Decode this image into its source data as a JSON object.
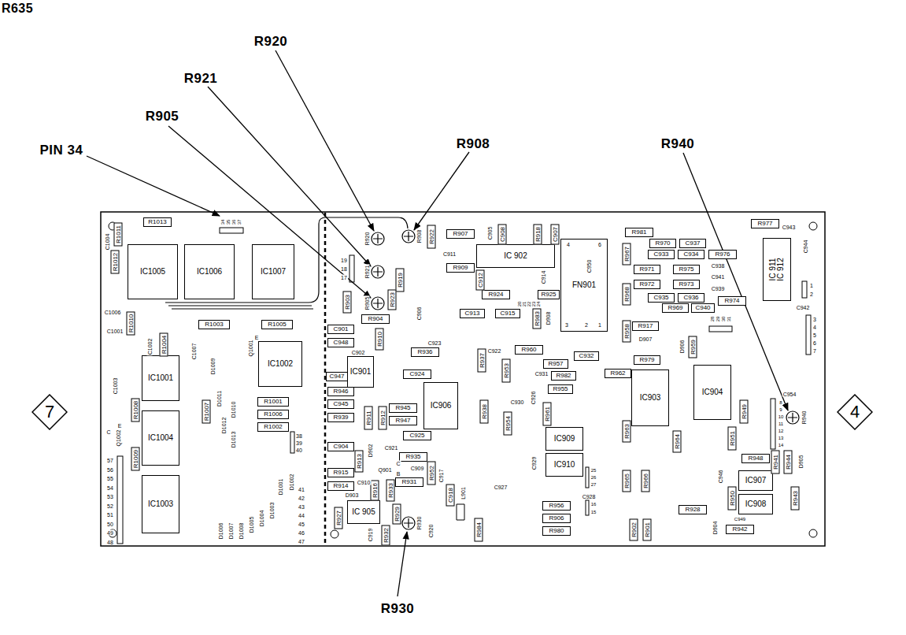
{
  "diagram": {
    "nodes": [
      {
        "text": [
          "7"
        ]
      },
      {
        "text": [
          "4"
        ]
      },
      {
        "text": [
          "IC1005"
        ]
      },
      {
        "text": [
          "IC1006"
        ]
      },
      {
        "text": [
          "IC1007"
        ]
      },
      {
        "text": [
          "IC1001"
        ]
      },
      {
        "text": [
          "IC1002"
        ]
      },
      {
        "text": [
          "IC1004"
        ]
      },
      {
        "text": [
          "IC1003"
        ]
      },
      {
        "text": [
          "R1013"
        ]
      },
      {
        "text": [
          "R1011"
        ]
      },
      {
        "text": [
          "R1012"
        ]
      },
      {
        "text": [
          "R1010"
        ]
      },
      {
        "text": [
          "R1003"
        ]
      },
      {
        "text": [
          "R1005"
        ]
      },
      {
        "text": [
          "R1004"
        ]
      },
      {
        "text": [
          "R1008"
        ]
      },
      {
        "text": [
          "R1007"
        ]
      },
      {
        "text": [
          "R1001"
        ]
      },
      {
        "text": [
          "R1006"
        ]
      },
      {
        "text": [
          "R1002"
        ]
      },
      {
        "text": [
          "R1009"
        ]
      },
      {
        "text": [
          "IC 902"
        ]
      },
      {
        "text": [
          "IC901"
        ]
      },
      {
        "text": [
          "IC906"
        ]
      },
      {
        "text": [
          "IC909"
        ]
      },
      {
        "text": [
          "IC910"
        ]
      },
      {
        "text": [
          "IC 905"
        ]
      },
      {
        "text": [
          "IC903"
        ]
      },
      {
        "text": [
          "IC904"
        ]
      },
      {
        "text": [
          "IC 911",
          "IC 912"
        ]
      },
      {
        "text": [
          "IC907"
        ]
      },
      {
        "text": [
          "IC908"
        ]
      },
      {
        "text": [
          "FN901"
        ]
      },
      {
        "text": [
          "R922"
        ]
      },
      {
        "text": [
          "R907"
        ]
      },
      {
        "text": [
          "R918"
        ]
      },
      {
        "text": [
          "R909"
        ]
      },
      {
        "text": [
          "R919"
        ]
      },
      {
        "text": [
          "R923"
        ]
      },
      {
        "text": [
          "R924"
        ]
      },
      {
        "text": [
          "R925"
        ]
      },
      {
        "text": [
          "R903"
        ]
      },
      {
        "text": [
          "R983"
        ]
      },
      {
        "text": [
          "R904"
        ]
      },
      {
        "text": [
          "R910"
        ]
      },
      {
        "text": [
          "R936"
        ]
      },
      {
        "text": [
          "R937"
        ]
      },
      {
        "text": [
          "R953"
        ]
      },
      {
        "text": [
          "R960"
        ]
      },
      {
        "text": [
          "R957"
        ]
      },
      {
        "text": [
          "R982"
        ]
      },
      {
        "text": [
          "R955"
        ]
      },
      {
        "text": [
          "R946"
        ]
      },
      {
        "text": [
          "R945"
        ]
      },
      {
        "text": [
          "R947"
        ]
      },
      {
        "text": [
          "R939"
        ]
      },
      {
        "text": [
          "R911"
        ]
      },
      {
        "text": [
          "R912"
        ]
      },
      {
        "text": [
          "R938"
        ]
      },
      {
        "text": [
          "R954"
        ]
      },
      {
        "text": [
          "R961"
        ]
      },
      {
        "text": [
          "R913"
        ]
      },
      {
        "text": [
          "R935"
        ]
      },
      {
        "text": [
          "R915"
        ]
      },
      {
        "text": [
          "R914"
        ]
      },
      {
        "text": [
          "R916"
        ]
      },
      {
        "text": [
          "R933"
        ]
      },
      {
        "text": [
          "R931"
        ]
      },
      {
        "text": [
          "R952"
        ]
      },
      {
        "text": [
          "R927"
        ]
      },
      {
        "text": [
          "R929"
        ]
      },
      {
        "text": [
          "R932"
        ]
      },
      {
        "text": [
          "R984"
        ]
      },
      {
        "text": [
          "R956"
        ]
      },
      {
        "text": [
          "R906"
        ]
      },
      {
        "text": [
          "R980"
        ]
      },
      {
        "text": [
          "R902"
        ]
      },
      {
        "text": [
          "R901"
        ]
      },
      {
        "text": [
          "R928"
        ]
      },
      {
        "text": [
          "R942"
        ]
      },
      {
        "text": [
          "R943"
        ]
      },
      {
        "text": [
          "R950"
        ]
      },
      {
        "text": [
          "R981"
        ]
      },
      {
        "text": [
          "R970"
        ]
      },
      {
        "text": [
          "R977"
        ]
      },
      {
        "text": [
          "R967"
        ]
      },
      {
        "text": [
          "R976"
        ]
      },
      {
        "text": [
          "R971"
        ]
      },
      {
        "text": [
          "R975"
        ]
      },
      {
        "text": [
          "R972"
        ]
      },
      {
        "text": [
          "R973"
        ]
      },
      {
        "text": [
          "R969"
        ]
      },
      {
        "text": [
          "R974"
        ]
      },
      {
        "text": [
          "R968"
        ]
      },
      {
        "text": [
          "R958"
        ]
      },
      {
        "text": [
          "R917"
        ]
      },
      {
        "text": [
          "R959"
        ]
      },
      {
        "text": [
          "R979"
        ]
      },
      {
        "text": [
          "R962"
        ]
      },
      {
        "text": [
          "R963"
        ]
      },
      {
        "text": [
          "R964"
        ]
      },
      {
        "text": [
          "R965"
        ]
      },
      {
        "text": [
          "R966"
        ]
      },
      {
        "text": [
          "R949"
        ]
      },
      {
        "text": [
          "R951"
        ]
      },
      {
        "text": [
          "R948"
        ]
      },
      {
        "text": [
          "R941"
        ]
      },
      {
        "text": [
          "R944"
        ]
      },
      {
        "text": [
          "C908"
        ]
      },
      {
        "text": [
          "C907"
        ]
      },
      {
        "text": [
          "C912"
        ]
      },
      {
        "text": [
          "C913"
        ]
      },
      {
        "text": [
          "C915"
        ]
      },
      {
        "text": [
          "C901"
        ]
      },
      {
        "text": [
          "C948"
        ]
      },
      {
        "text": [
          "C947"
        ]
      },
      {
        "text": [
          "C945"
        ]
      },
      {
        "text": [
          "C904"
        ]
      },
      {
        "text": [
          "C924"
        ]
      },
      {
        "text": [
          "C925"
        ]
      },
      {
        "text": [
          "C918"
        ]
      },
      {
        "text": [
          "C932"
        ]
      },
      {
        "text": [
          "C933"
        ]
      },
      {
        "text": [
          "C934"
        ]
      },
      {
        "text": [
          "C935"
        ]
      },
      {
        "text": [
          "C936"
        ]
      },
      {
        "text": [
          "C940"
        ]
      },
      {
        "text": [
          "C937"
        ]
      }
    ],
    "labels": [
      "R635",
      "R920",
      "R921",
      "R905",
      "PIN 34",
      "R908",
      "R940",
      "R930",
      "R920",
      "R921",
      "R905",
      "R908",
      "R930",
      "R940",
      "34",
      "35",
      "36",
      "37",
      "19",
      "18",
      "17",
      "20",
      "21",
      "22",
      "23",
      "24",
      "4",
      "6",
      "C950",
      "3",
      "2",
      "1",
      "38",
      "39",
      "40",
      "41",
      "42",
      "43",
      "44",
      "45",
      "46",
      "47",
      "57",
      "56",
      "55",
      "54",
      "53",
      "52",
      "51",
      "50",
      "49",
      "48",
      "C1004",
      "C1006",
      "C1001",
      "C1002",
      "C1007",
      "E",
      "Q1001",
      "D1009",
      "C1003",
      "E",
      "C",
      "Q1002",
      "D1010",
      "D1011",
      "D1012",
      "D1013",
      "D1001",
      "D1002",
      "D1003",
      "D1004",
      "D1005",
      "D1008",
      "D1007",
      "D1006",
      "C911",
      "C905",
      "C914",
      "C906",
      "D908",
      "C902",
      "C923",
      "C922",
      "C931",
      "C926",
      "C930",
      "C921",
      "D902",
      "Q901",
      "C",
      "B",
      "C909",
      "C910",
      "D903",
      "C917",
      "C920",
      "L901",
      "C927",
      "C929",
      "C928",
      "25",
      "26",
      "27",
      "16",
      "15",
      "C919",
      "C946",
      "C949",
      "D904",
      "D905",
      "C954",
      "8",
      "9",
      "10",
      "11",
      "12",
      "13",
      "14",
      "3",
      "4",
      "5",
      "6",
      "7",
      "1",
      "2",
      "C944",
      "C943",
      "C942",
      "C938",
      "C941",
      "C939",
      "D907",
      "D906",
      "28",
      "29",
      "30",
      "31"
    ]
  }
}
